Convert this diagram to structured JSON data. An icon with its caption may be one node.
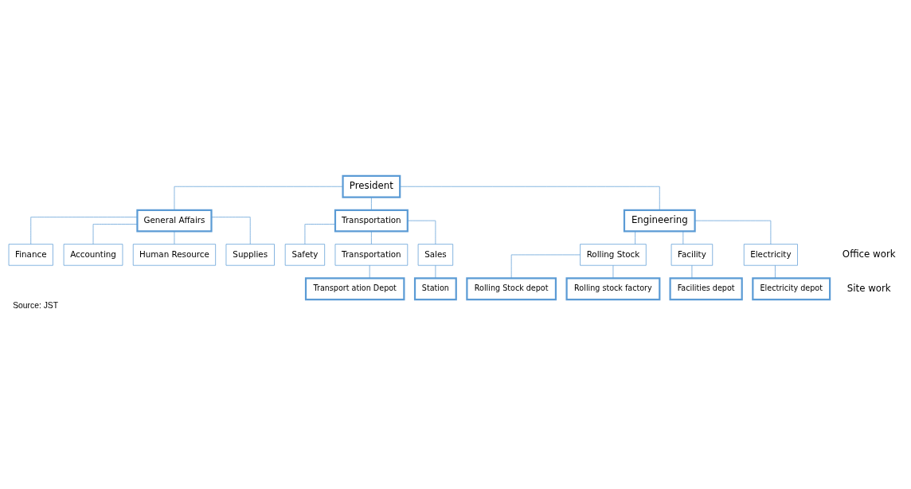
{
  "diagram": {
    "caption": "Source: JST",
    "nodes": [
      {
        "text": [
          "President"
        ]
      },
      {
        "text": [
          "General Affairs"
        ]
      },
      {
        "text": [
          "Transportation"
        ]
      },
      {
        "text": [
          "Engineering"
        ]
      },
      {
        "text": [
          "Finance"
        ]
      },
      {
        "text": [
          "Accounting"
        ]
      },
      {
        "text": [
          "Human Resource"
        ]
      },
      {
        "text": [
          "Supplies"
        ]
      },
      {
        "text": [
          "Safety"
        ]
      },
      {
        "text": [
          "Transportation"
        ]
      },
      {
        "text": [
          "Sales"
        ]
      },
      {
        "text": [
          "Rolling Stock"
        ]
      },
      {
        "text": [
          "Facility"
        ]
      },
      {
        "text": [
          "Electricity"
        ]
      },
      {
        "text": [
          "Transport ation Depot"
        ]
      },
      {
        "text": [
          "Station"
        ]
      },
      {
        "text": [
          "Rolling Stock depot"
        ]
      },
      {
        "text": [
          "Rolling stock factory"
        ]
      },
      {
        "text": [
          "Facilities depot"
        ]
      },
      {
        "text": [
          "Electricity depot"
        ]
      }
    ],
    "edges": [
      {
        "from": 0,
        "to": 1,
        "arrow": "none"
      },
      {
        "from": 0,
        "to": 2,
        "arrow": "none"
      },
      {
        "from": 0,
        "to": 3,
        "arrow": "none"
      },
      {
        "from": 1,
        "to": 4,
        "arrow": "none"
      },
      {
        "from": 1,
        "to": 5,
        "arrow": "none"
      },
      {
        "from": 1,
        "to": 6,
        "arrow": "none"
      },
      {
        "from": 1,
        "to": 7,
        "arrow": "none"
      },
      {
        "from": 2,
        "to": 8,
        "arrow": "none"
      },
      {
        "from": 2,
        "to": 9,
        "arrow": "none"
      },
      {
        "from": 2,
        "to": 10,
        "arrow": "none"
      },
      {
        "from": 3,
        "to": 11,
        "arrow": "none"
      },
      {
        "from": 3,
        "to": 12,
        "arrow": "none"
      },
      {
        "from": 3,
        "to": 13,
        "arrow": "none"
      },
      {
        "from": 9,
        "to": 14,
        "arrow": "none"
      },
      {
        "from": 10,
        "to": 15,
        "arrow": "none"
      },
      {
        "from": 11,
        "to": 16,
        "arrow": "none"
      },
      {
        "from": 11,
        "to": 17,
        "arrow": "none"
      },
      {
        "from": 12,
        "to": 18,
        "arrow": "none"
      },
      {
        "from": 13,
        "to": 19,
        "arrow": "none"
      }
    ],
    "labels": [
      "Office work",
      "Site work"
    ]
  }
}
